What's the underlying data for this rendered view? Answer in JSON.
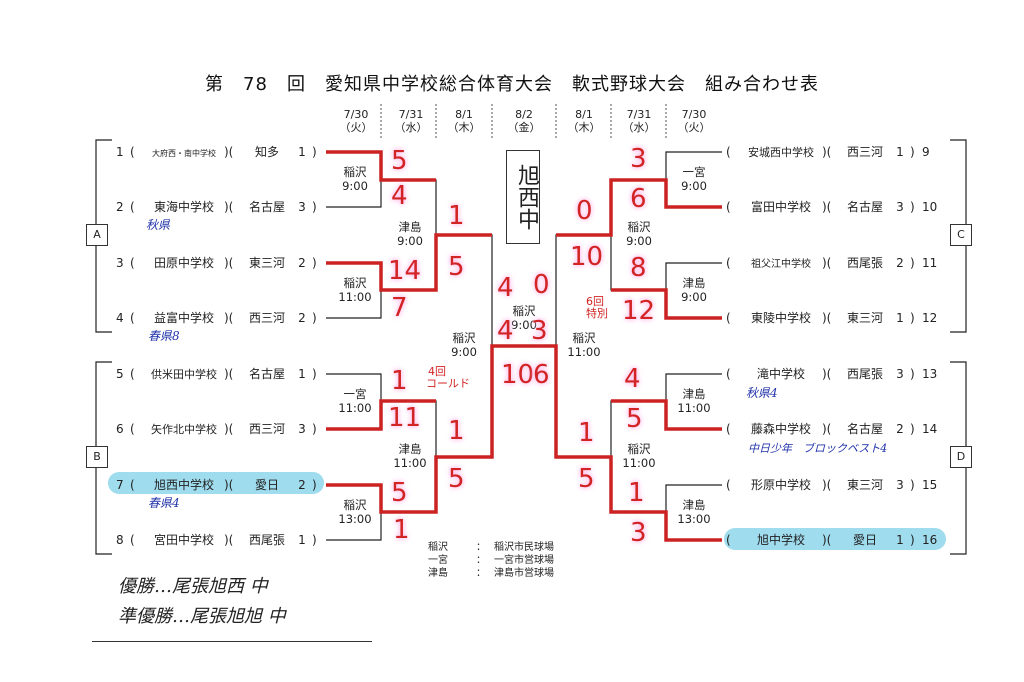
{
  "title": "第　78　回　愛知県中学校総合体育大会　軟式野球大会　組み合わせ表",
  "dates_left": [
    {
      "date": "7/30",
      "day": "（火）"
    },
    {
      "date": "7/31",
      "day": "（水）"
    },
    {
      "date": "8/1",
      "day": "（木）"
    }
  ],
  "date_center": {
    "date": "8/2",
    "day": "（金）"
  },
  "dates_right": [
    {
      "date": "8/1",
      "day": "（木）"
    },
    {
      "date": "7/31",
      "day": "（水）"
    },
    {
      "date": "7/30",
      "day": "（火）"
    }
  ],
  "blocks": [
    "A",
    "B",
    "C",
    "D"
  ],
  "left_teams": [
    {
      "num": "1",
      "school": "大府西・南中学校",
      "region": "知多",
      "rank": "1"
    },
    {
      "num": "2",
      "school": "東海中学校",
      "region": "名古屋",
      "rank": "3"
    },
    {
      "num": "3",
      "school": "田原中学校",
      "region": "東三河",
      "rank": "2"
    },
    {
      "num": "4",
      "school": "益富中学校",
      "region": "西三河",
      "rank": "2"
    },
    {
      "num": "5",
      "school": "供米田中学校",
      "region": "名古屋",
      "rank": "1"
    },
    {
      "num": "6",
      "school": "矢作北中学校",
      "region": "西三河",
      "rank": "3"
    },
    {
      "num": "7",
      "school": "旭西中学校",
      "region": "愛日",
      "rank": "2"
    },
    {
      "num": "8",
      "school": "宮田中学校",
      "region": "西尾張",
      "rank": "1"
    }
  ],
  "right_teams": [
    {
      "num": "9",
      "school": "安城西中学校",
      "region": "西三河",
      "rank": "1"
    },
    {
      "num": "10",
      "school": "富田中学校",
      "region": "名古屋",
      "rank": "3"
    },
    {
      "num": "11",
      "school": "祖父江中学校",
      "region": "西尾張",
      "rank": "2"
    },
    {
      "num": "12",
      "school": "東陵中学校",
      "region": "東三河",
      "rank": "1"
    },
    {
      "num": "13",
      "school": "滝中学校",
      "region": "西尾張",
      "rank": "3"
    },
    {
      "num": "14",
      "school": "藤森中学校",
      "region": "名古屋",
      "rank": "2"
    },
    {
      "num": "15",
      "school": "形原中学校",
      "region": "東三河",
      "rank": "3"
    },
    {
      "num": "16",
      "school": "旭中学校",
      "region": "愛日",
      "rank": "1"
    }
  ],
  "venues": {
    "l_r1_1": {
      "name": "稲沢",
      "time": "9:00"
    },
    "l_r1_2": {
      "name": "稲沢",
      "time": "11:00"
    },
    "l_r1_3": {
      "name": "一宮",
      "time": "11:00"
    },
    "l_r1_4": {
      "name": "稲沢",
      "time": "13:00"
    },
    "l_r2_1": {
      "name": "津島",
      "time": "9:00"
    },
    "l_r2_2": {
      "name": "津島",
      "time": "11:00"
    },
    "l_sf": {
      "name": "稲沢",
      "time": "9:00"
    },
    "final": {
      "name": "稲沢",
      "time": "9:00"
    },
    "r_sf": {
      "name": "稲沢",
      "time": "11:00"
    },
    "r_r2_1": {
      "name": "稲沢",
      "time": "9:00"
    },
    "r_r2_2": {
      "name": "稲沢",
      "time": "11:00"
    },
    "r_r1_1": {
      "name": "一宮",
      "time": "9:00"
    },
    "r_r1_2": {
      "name": "津島",
      "time": "9:00"
    },
    "r_r1_3": {
      "name": "津島",
      "time": "11:00"
    },
    "r_r1_4": {
      "name": "津島",
      "time": "13:00"
    }
  },
  "scores": {
    "g1_t1": "5",
    "g1_t2": "4",
    "g2_t3": "14",
    "g2_t4": "7",
    "g3_t5": "1",
    "g3_t6": "11",
    "g4_t7": "5",
    "g4_t8": "1",
    "qf1_a": "1",
    "qf1_b": "5",
    "qf2_a": "1",
    "qf2_b": "5",
    "sf_left_top": "4",
    "sf_left_bottom": "10",
    "final_left": "4",
    "final_right": "3",
    "sf_right_top": "0",
    "sf_right_bottom": "6",
    "qf3_a": "0",
    "qf3_b": "10",
    "qf4_a": "1",
    "qf4_b": "5",
    "g5_t9": "3",
    "g5_t10": "6",
    "g6_t11": "8",
    "g6_t12": "12",
    "g7_t13": "4",
    "g7_t14": "5",
    "g8_t15": "1",
    "g8_t16": "3"
  },
  "annotations": {
    "t2_note": "秋県",
    "t4_note": "春県8",
    "t7_note": "春県4",
    "t13_note": "秋県4",
    "t14_note": "中日少年　ブロックベスト4",
    "g3_note_1": "4回",
    "g3_note_2": "コールド",
    "qf3_note_1": "6回",
    "qf3_note_2": "特別",
    "champion_box": "旭西中",
    "result_1": "優勝…尾張旭西 中",
    "result_2": "準優勝…尾張旭旭 中"
  },
  "legend": [
    {
      "abbr": "稲沢",
      "sep": "：",
      "full": "稲沢市民球場"
    },
    {
      "abbr": "一宮",
      "sep": "：",
      "full": "一宮市営球場"
    },
    {
      "abbr": "津島",
      "sep": "：",
      "full": "津島市営球場"
    }
  ],
  "colors": {
    "bracket": "#222222",
    "winner": "#cc2222",
    "highlight": "#9fdcee",
    "score": "#d22424",
    "note_blue": "#2233aa"
  }
}
